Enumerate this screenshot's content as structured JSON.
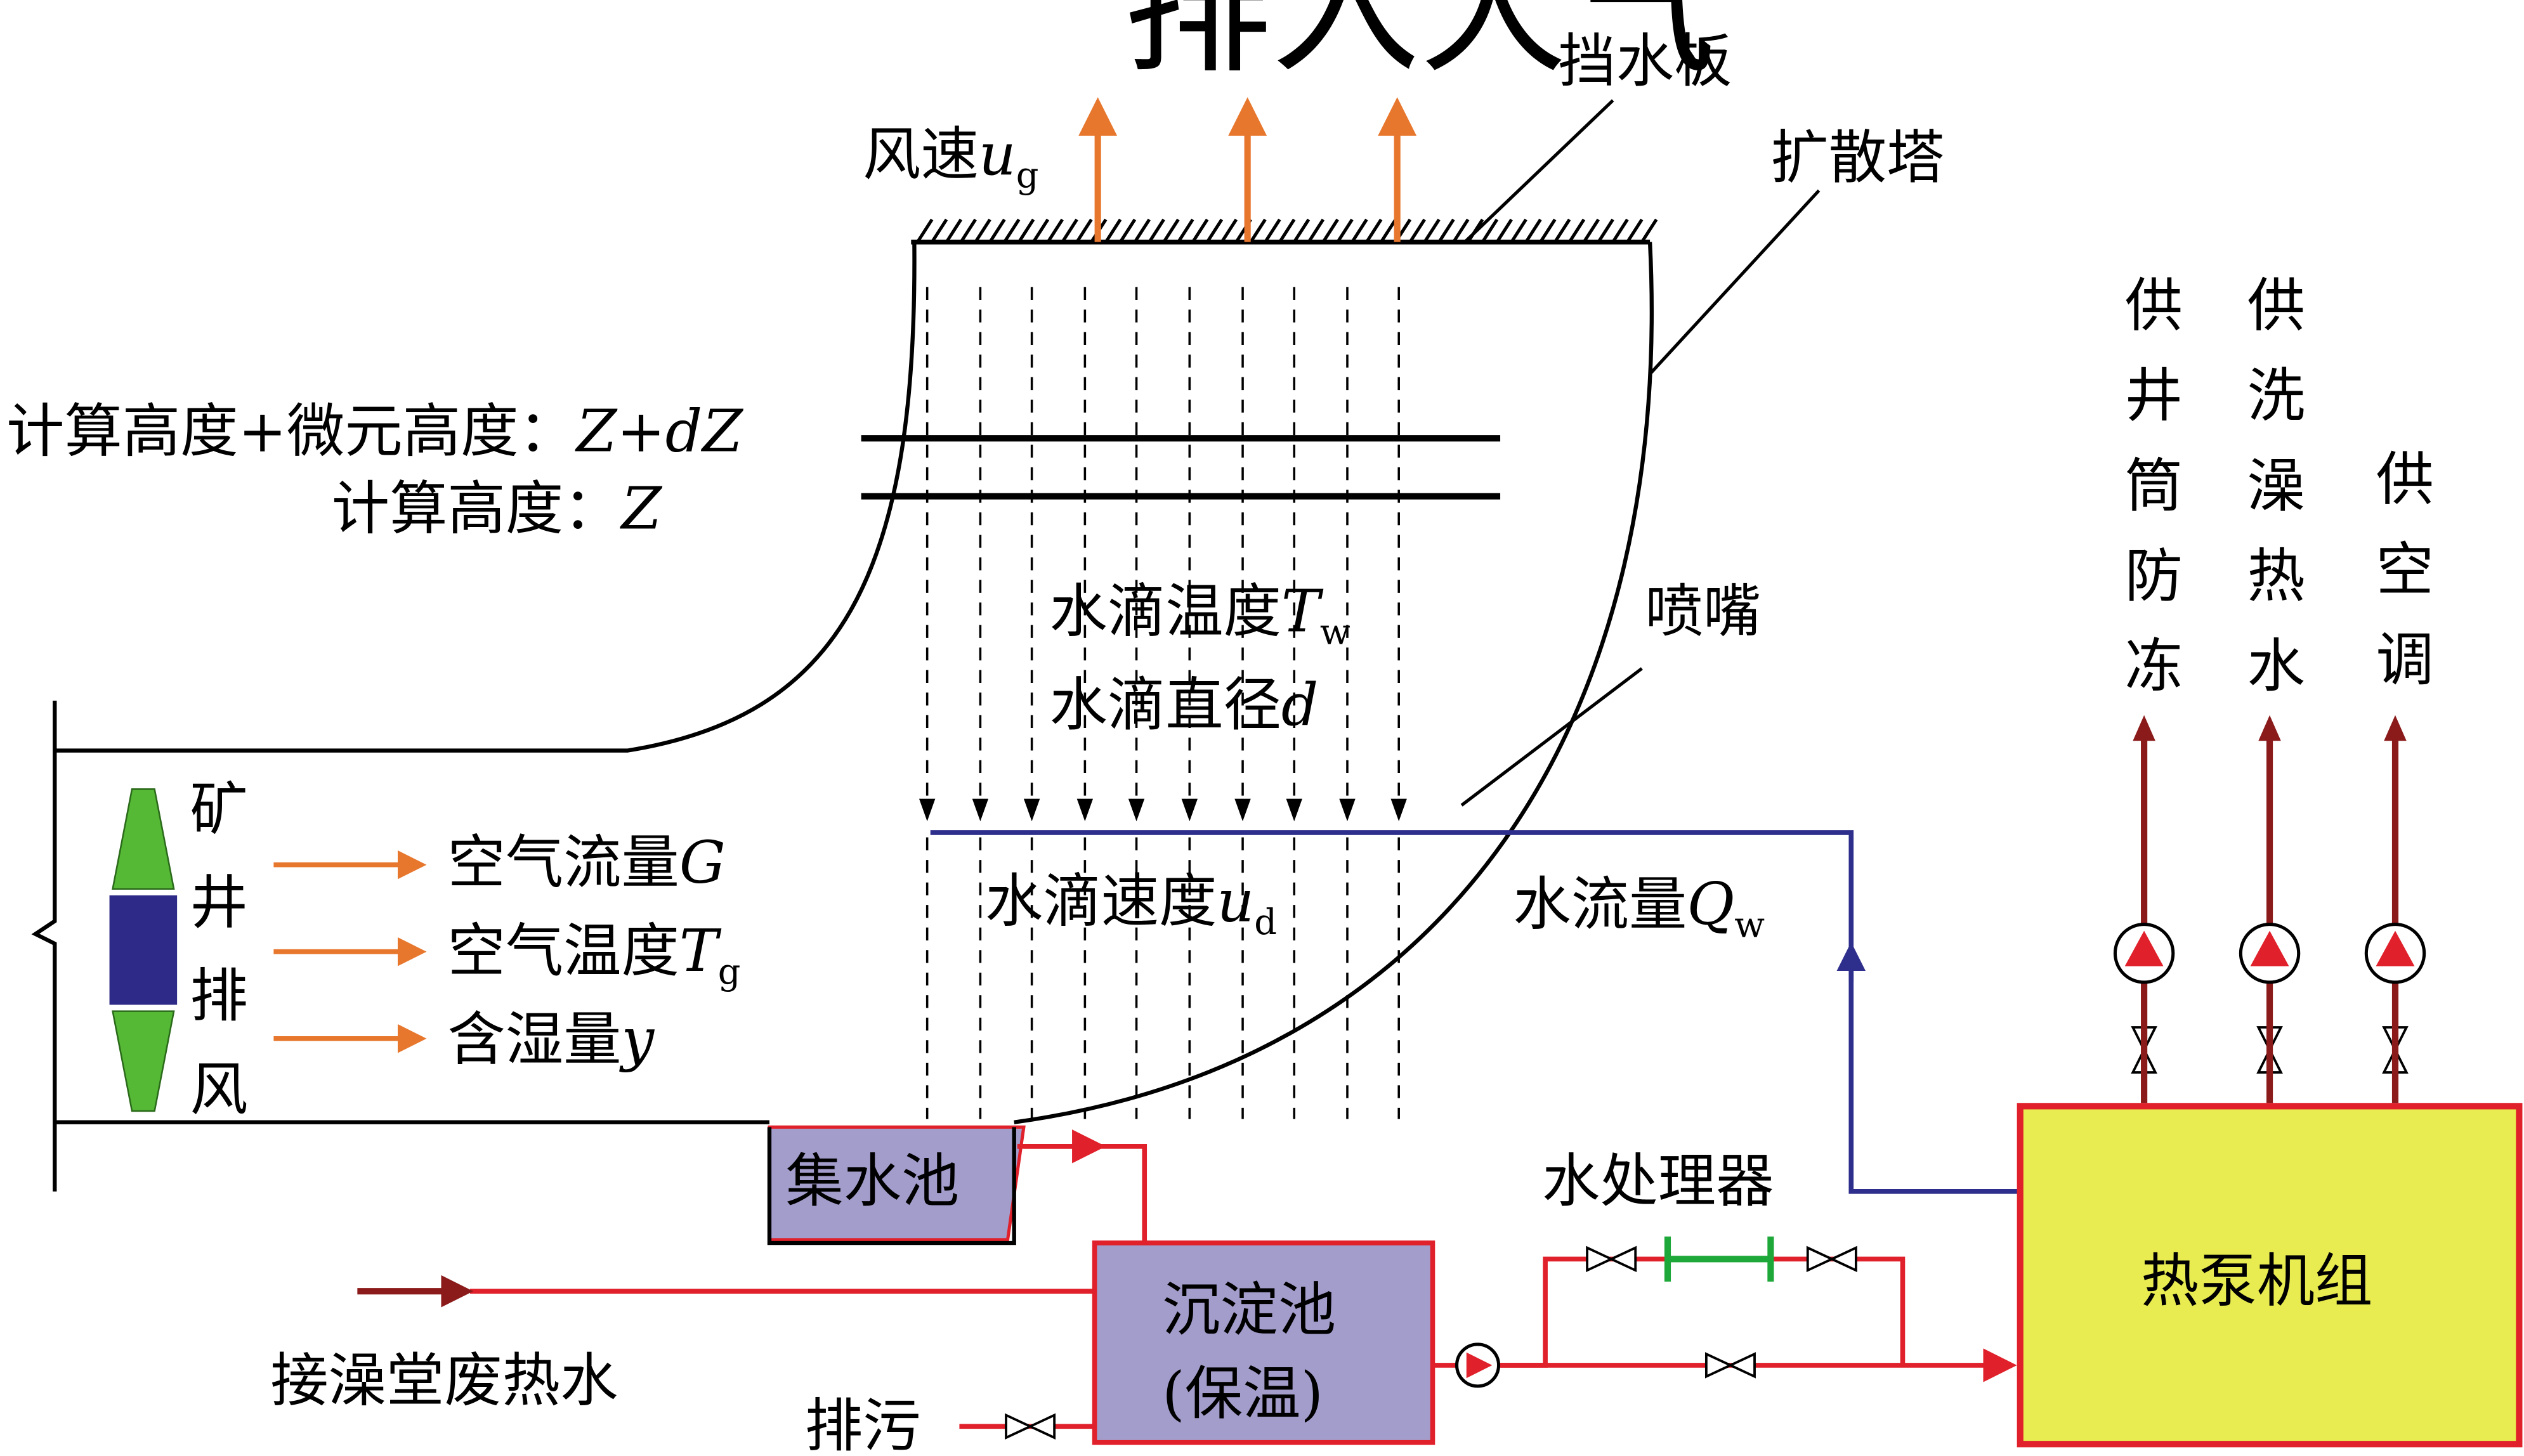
{
  "labels": {
    "exhaust_to_air": "排入大气",
    "baffle": "挡水板",
    "diffusion_tower": "扩散塔",
    "wind_speed": "风速",
    "wind_speed_sym": "u",
    "wind_speed_sub": "g",
    "calc_height_plus": "计算高度+微元高度：",
    "calc_height_plus_sym": "Z+dZ",
    "calc_height": "计算高度：",
    "calc_height_sym": "Z",
    "droplet_temp": "水滴温度",
    "droplet_temp_sym": "T",
    "droplet_temp_sub": "w",
    "droplet_diameter": "水滴直径",
    "droplet_diameter_sym": "d",
    "nozzle": "喷嘴",
    "droplet_speed": "水滴速度",
    "droplet_speed_sym": "u",
    "droplet_speed_sub": "d",
    "water_flow": "水流量",
    "water_flow_sym": "Q",
    "water_flow_sub": "w",
    "mine_exhaust": [
      "矿",
      "井",
      "排",
      "风"
    ],
    "air_flow": "空气流量",
    "air_flow_sym": "G",
    "air_temp": "空气温度",
    "air_temp_sym": "T",
    "air_temp_sub": "g",
    "humidity": "含湿量",
    "humidity_sym": "y",
    "collecting_pool": "集水池",
    "settling_pool_1": "沉淀池",
    "settling_pool_2": "(保温)",
    "water_treatment": "水处理器",
    "bathhouse_water": "接澡堂废热水",
    "sewage": "排污",
    "heat_pump": "热泵机组",
    "supply_shaft": [
      "供",
      "井",
      "筒",
      "防",
      "冻"
    ],
    "supply_bath": [
      "供",
      "洗",
      "澡",
      "热",
      "水"
    ],
    "supply_ac": [
      "供",
      "空",
      "调"
    ]
  },
  "colors": {
    "orange_arrow": "#e8772e",
    "blue_pipe": "#2e2e8c",
    "red_pipe": "#e0202a",
    "dark_red_pipe": "#8b1a1a",
    "green": "#56b936",
    "fan_body": "#2e2a88",
    "pool_fill": "#a39dcb",
    "heat_pump_fill": "#e8ec50",
    "heat_pump_border": "#e0202a",
    "filter_green": "#1fa83a"
  }
}
